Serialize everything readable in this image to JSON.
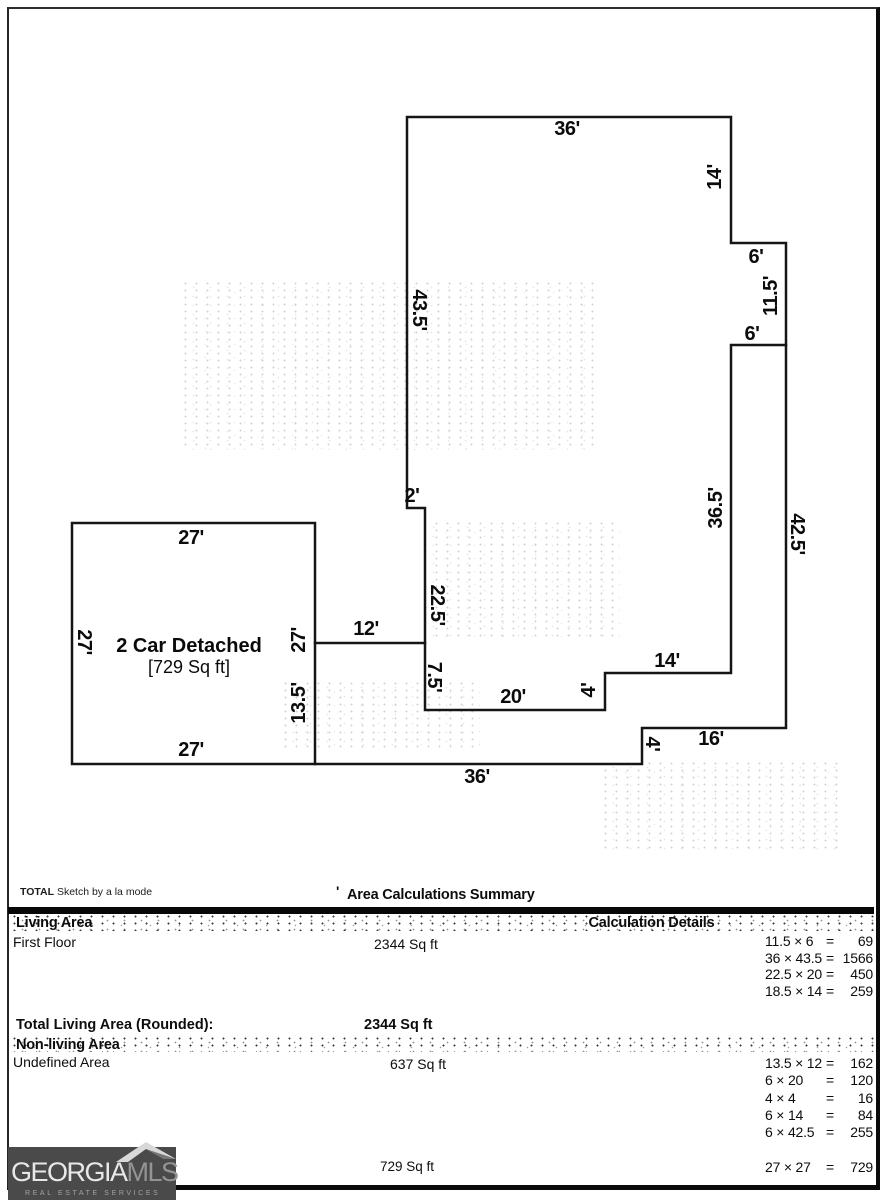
{
  "sketch": {
    "credit_bold": "TOTAL",
    "credit_rest": " Sketch by a la mode",
    "garage_label": "2 Car Detached",
    "garage_area": "[729 Sq ft]",
    "dims": [
      "36'",
      "14'",
      "6'",
      "11.5'",
      "6'",
      "43.5'",
      "36.5'",
      "42.5'",
      "2'",
      "22.5'",
      "7.5'",
      "12'",
      "20'",
      "4'",
      "14'",
      "16'",
      "4'",
      "36'",
      "27'",
      "27'",
      "27'",
      "13.5'",
      "27'"
    ]
  },
  "summary": {
    "stray_mark": "'",
    "title": "Area Calculations Summary",
    "living_header": "Living Area",
    "calc_header": "Calculation Details",
    "equals": "=",
    "first_floor": {
      "label": "First Floor",
      "value": "2344 Sq ft"
    },
    "living_calcs": [
      {
        "expr": "11.5 × 6",
        "result": "69"
      },
      {
        "expr": "36 × 43.5",
        "result": "1566"
      },
      {
        "expr": "22.5 × 20",
        "result": "450"
      },
      {
        "expr": "18.5 × 14",
        "result": "259"
      }
    ],
    "total_label": "Total Living Area (Rounded):",
    "total_value": "2344 Sq ft",
    "nonliving_header": "Non-living Area",
    "undefined_area": {
      "label": "Undefined Area",
      "value": "637 Sq ft"
    },
    "nonliving_calcs": [
      {
        "expr": "13.5 × 12",
        "result": "162"
      },
      {
        "expr": "6 × 20",
        "result": "120"
      },
      {
        "expr": "4 × 4",
        "result": "16"
      },
      {
        "expr": "6 × 14",
        "result": "84"
      },
      {
        "expr": "6 × 42.5",
        "result": "255"
      }
    ],
    "garage_calc": {
      "value": "729 Sq ft",
      "expr": "27 × 27",
      "result": "729"
    }
  },
  "footer": {
    "brand_primary": "GEORGIA",
    "brand_secondary": "MLS",
    "tagline": "REAL ESTATE SERVICES"
  }
}
